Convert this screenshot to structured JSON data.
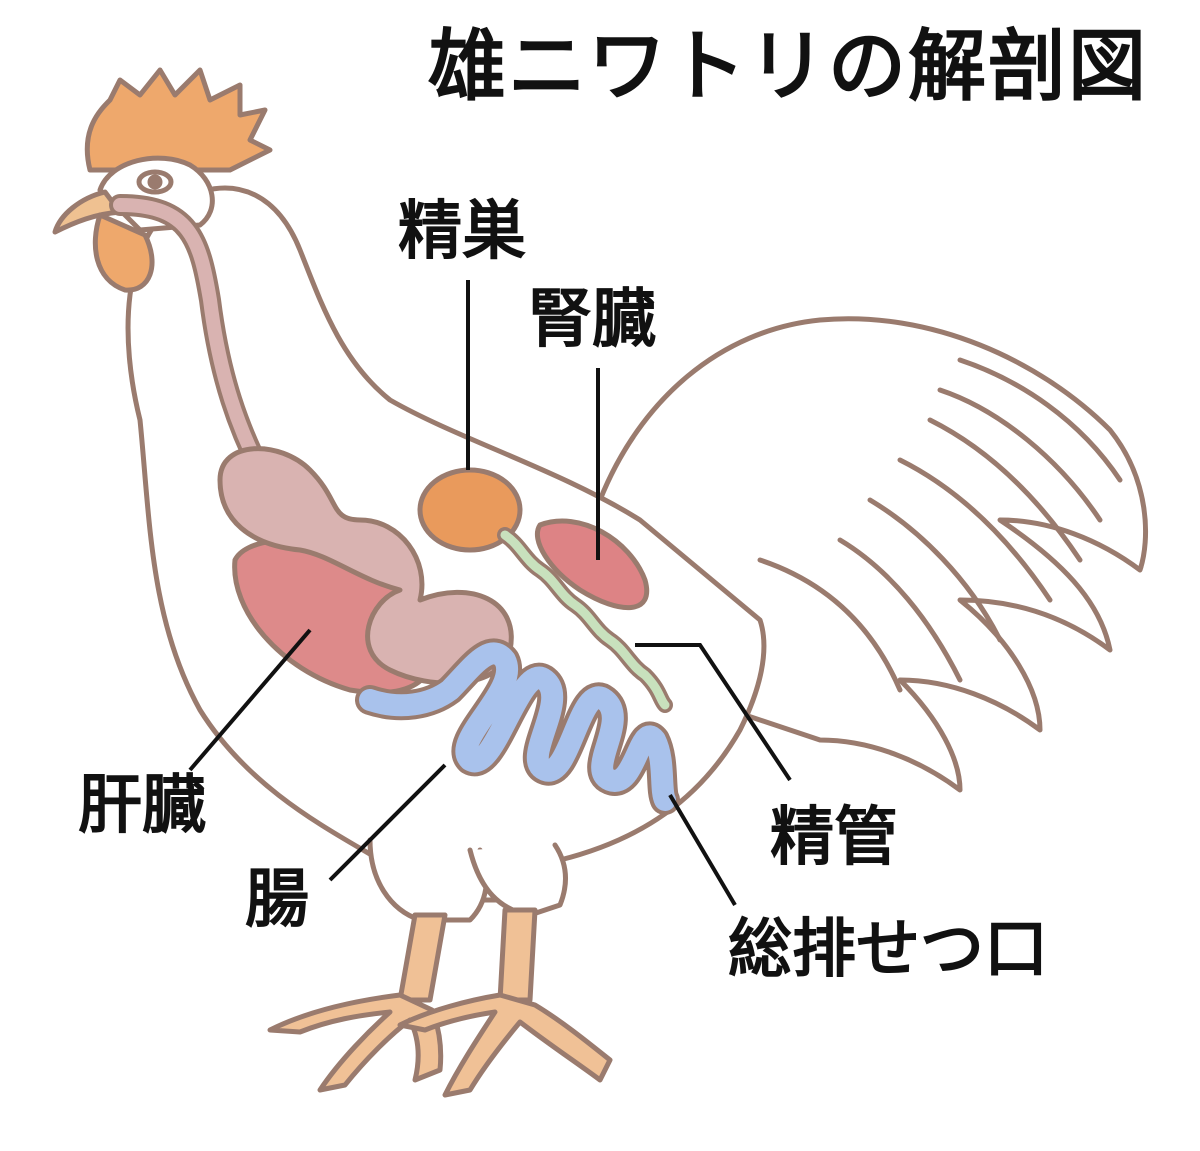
{
  "title": "雄ニワトリの解剖図",
  "labels": {
    "testis": "精巣",
    "kidney": "腎臓",
    "liver": "肝臓",
    "intestine": "腸",
    "vas_deferens": "精管",
    "cloaca": "総排せつ口"
  },
  "colors": {
    "outline": "#9a7b6e",
    "comb": "#eea86c",
    "beak": "#efc191",
    "crop_stomach": "#d9b3b1",
    "liver": "#dd8a8a",
    "testis": "#e99a5c",
    "kidney": "#dd8385",
    "intestine": "#a9c2ec",
    "vas_deferens": "#c8e1bd",
    "feet": "#f0c196",
    "leader_line": "#111111"
  }
}
